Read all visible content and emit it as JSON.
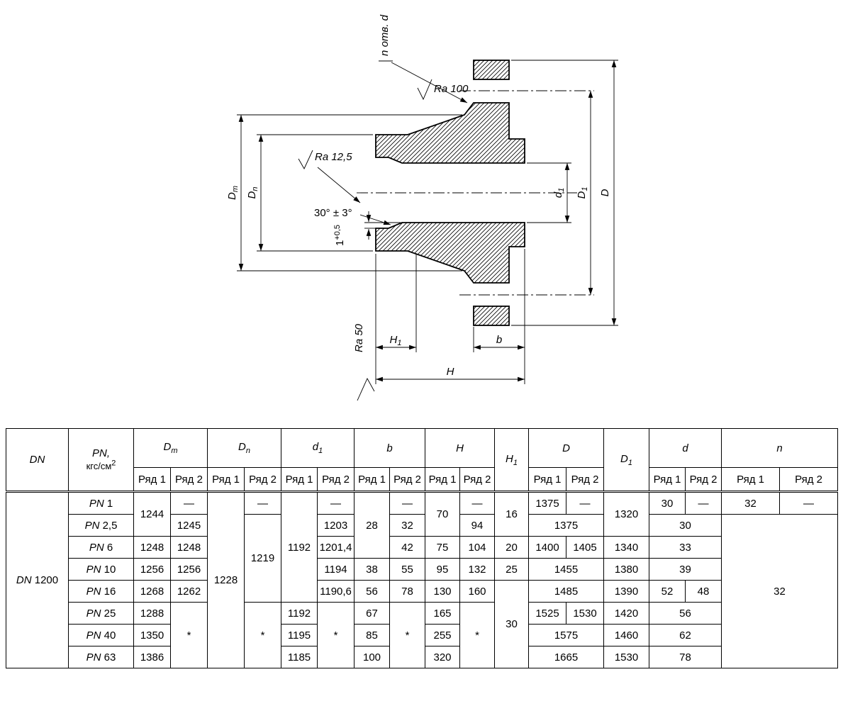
{
  "colors": {
    "ink": "#000000",
    "background": "#ffffff"
  },
  "drawing": {
    "labels": {
      "n_holes": "n отв. d",
      "ra_100": "Ra 100",
      "ra_12_5": "Ra 12,5",
      "ra_50": "Ra 50",
      "angle": "30° ± 3°",
      "step_base": "1",
      "step_sup": "+0,5",
      "Dm_base": "D",
      "Dm_sub": "m",
      "Dn_base": "D",
      "Dn_sub": "n",
      "d1_base": "d",
      "d1_sub": "1",
      "D1_base": "D",
      "D1_sub": "1",
      "D_base": "D",
      "H1_base": "H",
      "H1_sub": "1",
      "H_base": "H",
      "b_base": "b"
    }
  },
  "table": {
    "headers": {
      "dn": "DN",
      "pn_line1": "PN,",
      "pn_unit_base": "кгс/см",
      "pn_unit_sup": "2",
      "row1": "Ряд 1",
      "row2": "Ряд 2",
      "cols": {
        "Dm": {
          "base": "D",
          "sub": "m"
        },
        "Dn": {
          "base": "D",
          "sub": "n"
        },
        "d1": {
          "base": "d",
          "sub": "1"
        },
        "b": {
          "base": "b",
          "sub": ""
        },
        "H": {
          "base": "H",
          "sub": ""
        },
        "H1": {
          "base": "H",
          "sub": "1"
        },
        "D": {
          "base": "D",
          "sub": ""
        },
        "D1": {
          "base": "D",
          "sub": "1"
        },
        "d": {
          "base": "d",
          "sub": ""
        },
        "n": {
          "base": "n",
          "sub": ""
        }
      }
    },
    "body": [
      [
        {
          "pre": "DN",
          "v": "1200",
          "rs": 8
        },
        {
          "pre": "PN",
          "v": "1"
        },
        {
          "v": "1244",
          "rs": 2
        },
        {
          "v": "—"
        },
        {
          "v": "1228",
          "rs": 8
        },
        {
          "v": "—"
        },
        {
          "v": "1192",
          "rs": 5
        },
        {
          "v": "—"
        },
        {
          "v": "28",
          "rs": 3
        },
        {
          "v": "—"
        },
        {
          "v": "70",
          "rs": 2
        },
        {
          "v": "—"
        },
        {
          "v": "16",
          "rs": 2
        },
        {
          "v": "1375"
        },
        {
          "v": "—"
        },
        {
          "v": "1320",
          "rs": 2
        },
        {
          "v": "30"
        },
        {
          "v": "—"
        },
        {
          "v": "32"
        },
        {
          "v": "—"
        }
      ],
      [
        {
          "pre": "PN",
          "v": "2,5"
        },
        {
          "v": "1245"
        },
        {
          "v": "1219",
          "rs": 4
        },
        {
          "v": "1203"
        },
        {
          "v": "32"
        },
        {
          "v": "94"
        },
        {
          "v": "1375",
          "cs": 2
        },
        {
          "v": "30",
          "cs": 2
        },
        {
          "v": "32",
          "cs": 2,
          "rs": 7
        }
      ],
      [
        {
          "pre": "PN",
          "v": "6"
        },
        {
          "v": "1248"
        },
        {
          "v": "1248"
        },
        {
          "v": "1201,4"
        },
        {
          "v": "42"
        },
        {
          "v": "75"
        },
        {
          "v": "104"
        },
        {
          "v": "20"
        },
        {
          "v": "1400"
        },
        {
          "v": "1405"
        },
        {
          "v": "1340"
        },
        {
          "v": "33",
          "cs": 2
        }
      ],
      [
        {
          "pre": "PN",
          "v": "10"
        },
        {
          "v": "1256"
        },
        {
          "v": "1256"
        },
        {
          "v": "1194"
        },
        {
          "v": "38"
        },
        {
          "v": "55"
        },
        {
          "v": "95"
        },
        {
          "v": "132"
        },
        {
          "v": "25"
        },
        {
          "v": "1455",
          "cs": 2
        },
        {
          "v": "1380"
        },
        {
          "v": "39",
          "cs": 2
        }
      ],
      [
        {
          "pre": "PN",
          "v": "16"
        },
        {
          "v": "1268"
        },
        {
          "v": "1262"
        },
        {
          "v": "1190,6"
        },
        {
          "v": "56"
        },
        {
          "v": "78"
        },
        {
          "v": "130"
        },
        {
          "v": "160"
        },
        {
          "v": "30",
          "rs": 4
        },
        {
          "v": "1485",
          "cs": 2
        },
        {
          "v": "1390"
        },
        {
          "v": "52"
        },
        {
          "v": "48"
        }
      ],
      [
        {
          "pre": "PN",
          "v": "25"
        },
        {
          "v": "1288"
        },
        {
          "v": "*",
          "rs": 3
        },
        {
          "v": "*",
          "rs": 3
        },
        {
          "v": "1192"
        },
        {
          "v": "*",
          "rs": 3
        },
        {
          "v": "67"
        },
        {
          "v": "*",
          "rs": 3
        },
        {
          "v": "165"
        },
        {
          "v": "*",
          "rs": 3
        },
        {
          "v": "1525"
        },
        {
          "v": "1530"
        },
        {
          "v": "1420"
        },
        {
          "v": "56",
          "cs": 2
        }
      ],
      [
        {
          "pre": "PN",
          "v": "40"
        },
        {
          "v": "1350"
        },
        {
          "v": "1195"
        },
        {
          "v": "85"
        },
        {
          "v": "255"
        },
        {
          "v": "1575",
          "cs": 2
        },
        {
          "v": "1460"
        },
        {
          "v": "62",
          "cs": 2
        }
      ],
      [
        {
          "pre": "PN",
          "v": "63"
        },
        {
          "v": "1386"
        },
        {
          "v": "1185"
        },
        {
          "v": "100"
        },
        {
          "v": "320"
        },
        {
          "v": "1665",
          "cs": 2
        },
        {
          "v": "1530"
        },
        {
          "v": "78",
          "cs": 2
        }
      ]
    ]
  }
}
